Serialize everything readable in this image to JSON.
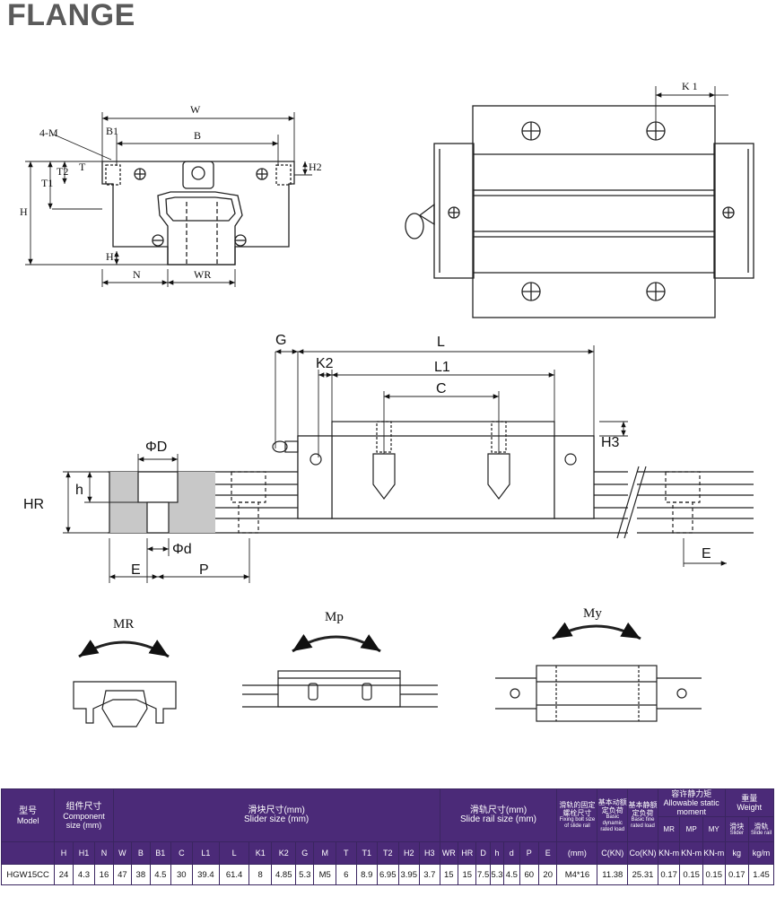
{
  "title": "FLANGE",
  "labels": {
    "front": {
      "w": "W",
      "b": "B",
      "b1": "B1",
      "four_m": "4-M",
      "t": "T",
      "t1": "T1",
      "t2": "T2",
      "h": "H",
      "h1": "H1",
      "h2": "H2",
      "n": "N",
      "wr": "WR"
    },
    "top": {
      "k1": "K 1"
    },
    "side": {
      "g": "G",
      "l": "L",
      "l1": "L1",
      "k2": "K2",
      "c": "C",
      "h3": "H3",
      "phi_d_big": "ΦD",
      "h_small": "h",
      "hr": "HR",
      "phi_d_small": "Φd",
      "e_left": "E",
      "p": "P",
      "e_right": "E"
    },
    "moments": {
      "mr": "MR",
      "mp": "Mp",
      "my": "My"
    }
  },
  "table": {
    "model": {
      "cn": "型号",
      "en": "Model"
    },
    "component": {
      "cn": "组件尺寸",
      "en": "Component size (mm)"
    },
    "slider": {
      "cn": "滑块尺寸(mm)",
      "en": "Slider size (mm)"
    },
    "rail": {
      "cn": "滑轨尺寸(mm)",
      "en": "Slide rail size (mm)"
    },
    "bolt": {
      "cn": "滑轨的固定螺栓尺寸",
      "en": "Fixing bolt size of slide rail"
    },
    "dynamic": {
      "cn": "基本动额定负荷",
      "en": "Basic dynamic rated load"
    },
    "static": {
      "cn": "基本静额定负荷",
      "en": "Basic fine rated load"
    },
    "moment": {
      "cn": "容许静力矩",
      "en": "Allowable static moment"
    },
    "weight": {
      "cn": "重量",
      "en": "Weight"
    },
    "weight_slider": {
      "cn": "滑块",
      "en": "Slider"
    },
    "weight_rail": {
      "cn": "滑轨",
      "en": "Slide rail"
    },
    "moment_cols": [
      "MR",
      "MP",
      "MY"
    ],
    "sub_headers": [
      "H",
      "H1",
      "N",
      "W",
      "B",
      "B1",
      "C",
      "L1",
      "L",
      "K1",
      "K2",
      "G",
      "M",
      "T",
      "T1",
      "T2",
      "H2",
      "H3",
      "WR",
      "HR",
      "D",
      "h",
      "d",
      "P",
      "E",
      "(mm)",
      "C(KN)",
      "Co(KN)",
      "KN-m",
      "KN-m",
      "KN-m",
      "kg",
      "kg/m"
    ],
    "row": {
      "model": "HGW15CC",
      "values": [
        "24",
        "4.3",
        "16",
        "47",
        "38",
        "4.5",
        "30",
        "39.4",
        "61.4",
        "8",
        "4.85",
        "5.3",
        "M5",
        "6",
        "8.9",
        "6.95",
        "3.95",
        "3.7",
        "15",
        "15",
        "7.5",
        "5.3",
        "4.5",
        "60",
        "20",
        "M4*16",
        "11.38",
        "25.31",
        "0.17",
        "0.15",
        "0.15",
        "0.17",
        "1.45"
      ]
    }
  }
}
